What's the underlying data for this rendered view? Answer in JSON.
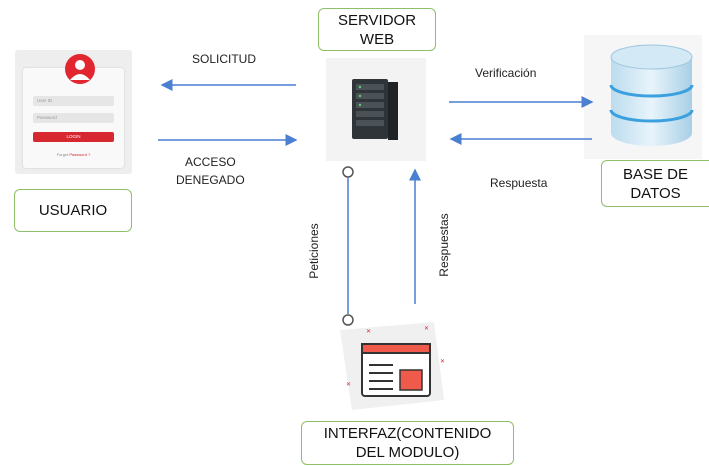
{
  "nodes": {
    "servidor": "SERVIDOR\nWEB",
    "usuario": "USUARIO",
    "base_datos": "BASE DE\nDATOS",
    "interfaz": "INTERFAZ(CONTENIDO\nDEL MODULO)"
  },
  "edges": {
    "solicitud": "SOLICITUD",
    "acceso_denegado": "ACCESO\nDENEGADO",
    "verificacion": "Verificación",
    "respuesta": "Respuesta",
    "peticiones": "Peticiones",
    "respuestas": "Respuestas"
  },
  "login_form": {
    "user_placeholder": "User ID",
    "password_placeholder": "Password",
    "login_label": "LOGIN",
    "forgot_prefix": "Forgot",
    "forgot_link": "Password ?"
  },
  "colors": {
    "arrow": "#4a7fd1",
    "node_border": "#8fbf6a",
    "accent_red": "#e2262f"
  },
  "icons": [
    "user-avatar-icon",
    "server-rack-icon",
    "database-icon",
    "web-content-icon"
  ]
}
